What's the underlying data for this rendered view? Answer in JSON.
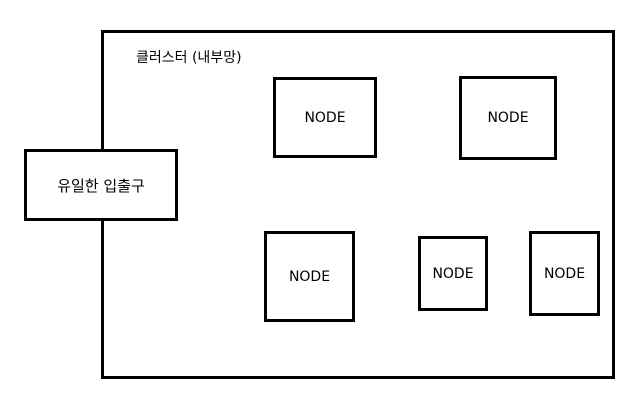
{
  "cluster": {
    "label": "클러스터 (내부망)"
  },
  "gateway": {
    "label": "유일한 입출구"
  },
  "nodes": [
    {
      "label": "NODE"
    },
    {
      "label": "NODE"
    },
    {
      "label": "NODE"
    },
    {
      "label": "NODE"
    },
    {
      "label": "NODE"
    }
  ]
}
